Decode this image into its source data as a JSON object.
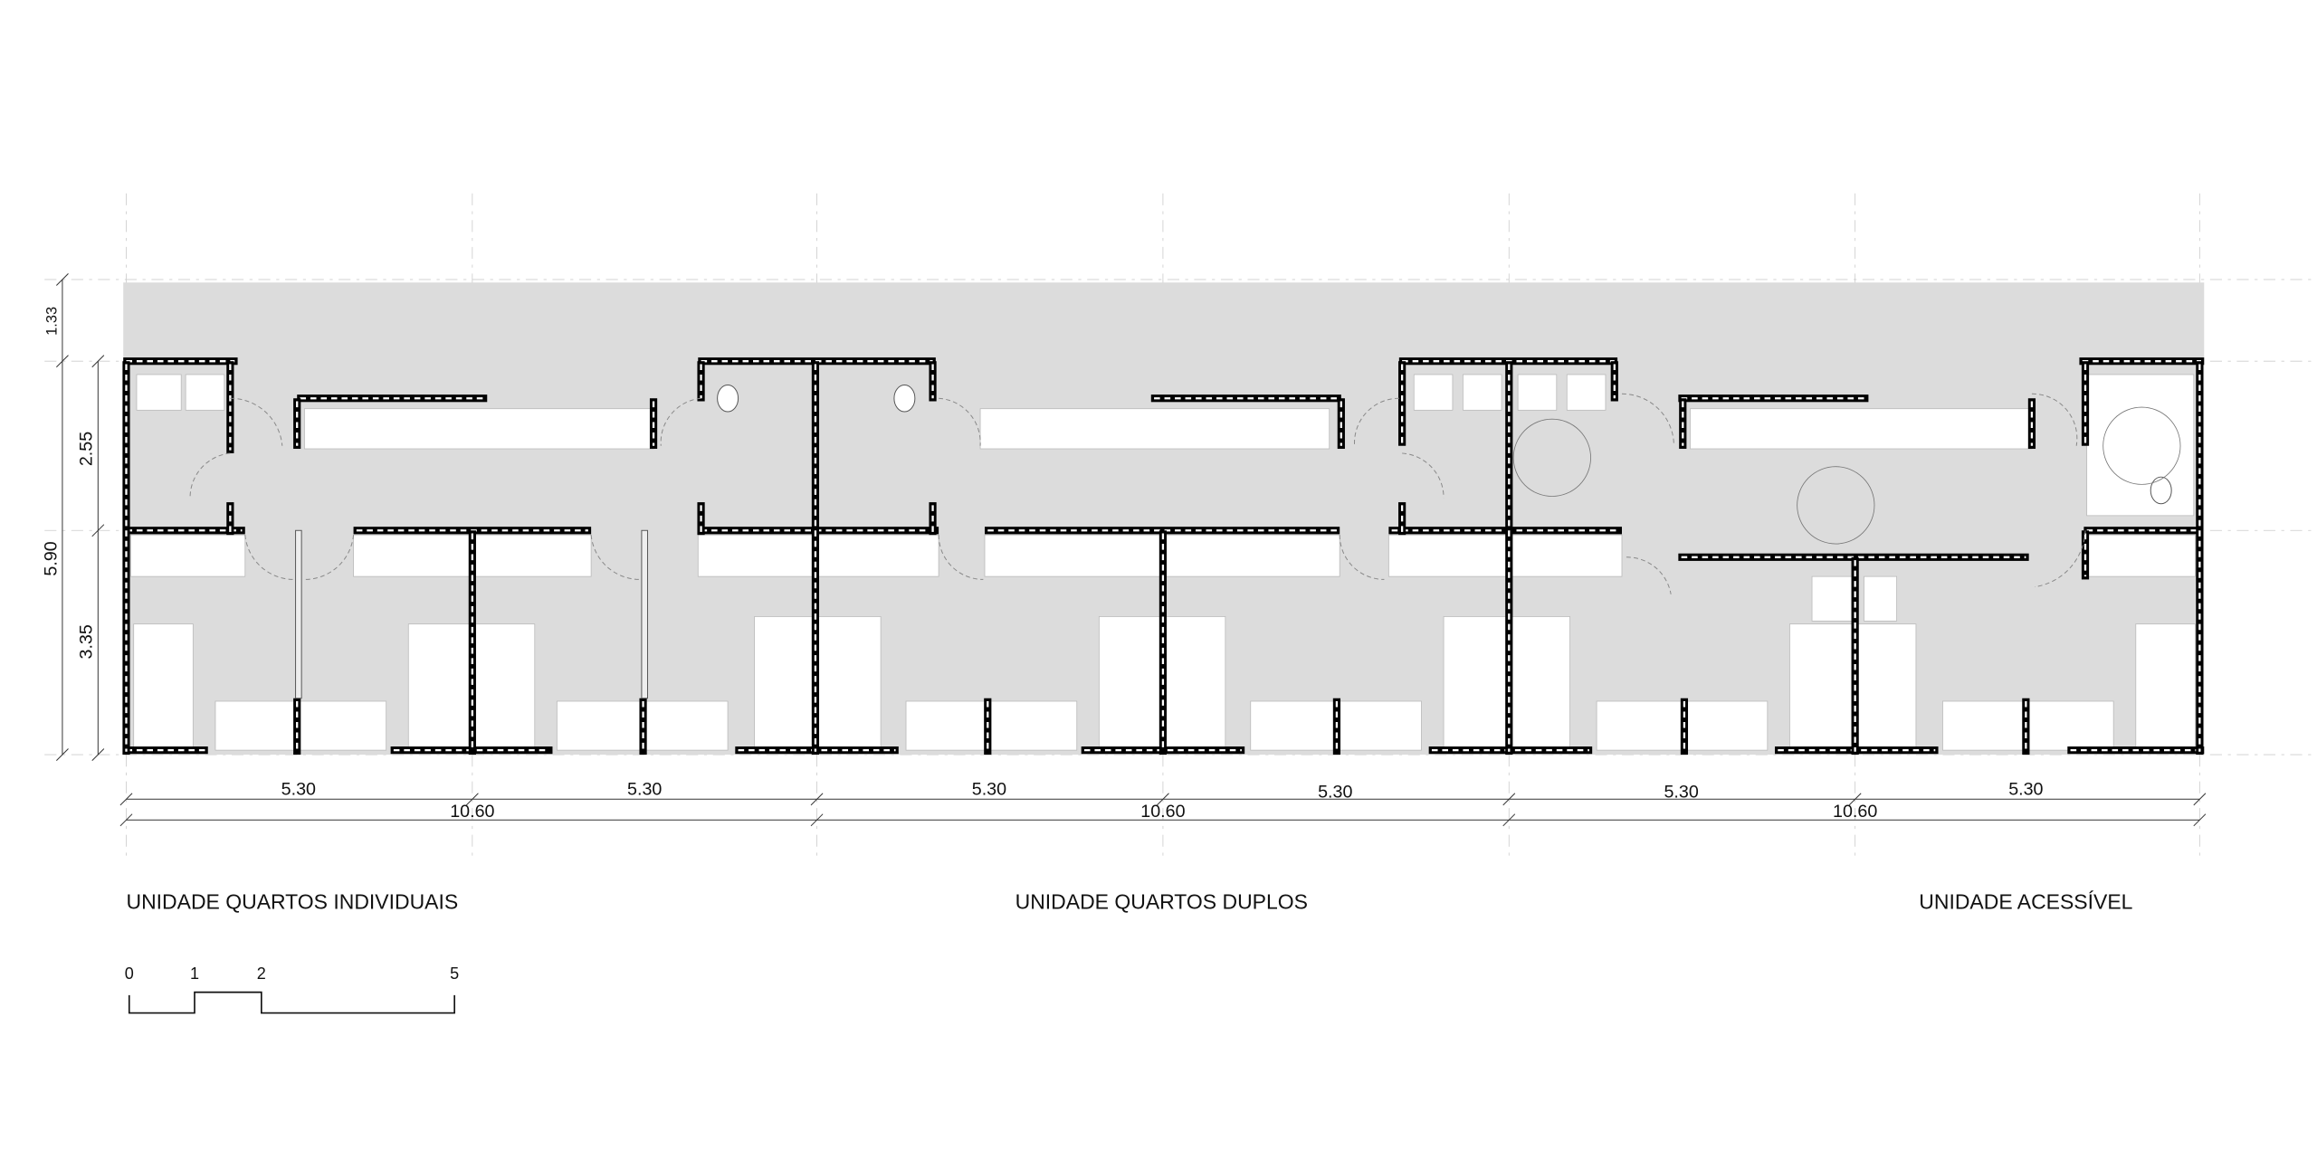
{
  "dimensions": {
    "vertical": {
      "top_strip": "1.33",
      "upper": "2.55",
      "total": "5.90",
      "lower": "3.35"
    },
    "horizontal_half": [
      "5.30",
      "5.30",
      "5.30",
      "5.30",
      "5.30",
      "5.30"
    ],
    "horizontal_unit": [
      "10.60",
      "10.60",
      "10.60"
    ]
  },
  "units": [
    {
      "label": "UNIDADE QUARTOS INDIVIDUAIS"
    },
    {
      "label": "UNIDADE QUARTOS DUPLOS"
    },
    {
      "label": "UNIDADE ACESSÍVEL"
    }
  ],
  "scale_bar": {
    "ticks": [
      "0",
      "1",
      "2",
      "5"
    ]
  },
  "colors": {
    "floor": "#dcdcdc",
    "wall": "#000000",
    "furniture": "#ffffff"
  }
}
